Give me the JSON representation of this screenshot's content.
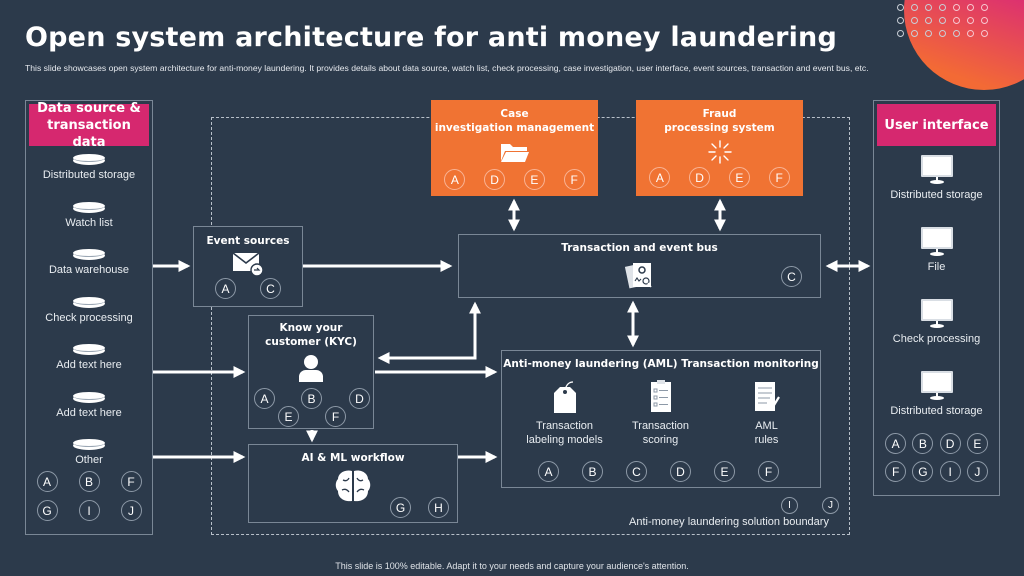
{
  "header": {
    "title": "Open system architecture for anti money laundering",
    "subtitle": "This slide showcases open system architecture for anti-money laundering. It provides details about data source, watch list, check processing, case investigation, user interface, event sources, transaction and event bus, etc."
  },
  "footer": "This slide is 100% editable. Adapt it to your needs and capture your audience's attention.",
  "colors": {
    "background": "#2c3a4b",
    "pink": "#d6286f",
    "orange": "#f07333",
    "border": "#7a8796"
  },
  "data_source": {
    "title": "Data source & transaction data",
    "icon": "database-icon",
    "items": [
      "Distributed storage",
      "Watch list",
      "Data warehouse",
      "Check processing",
      "Add text here",
      "Add text here",
      "Other"
    ],
    "badges": [
      "A",
      "B",
      "F",
      "G",
      "I",
      "J"
    ]
  },
  "case_investigation": {
    "title_line1": "Case",
    "title_line2": "investigation management",
    "icon": "folder-icon",
    "badges": [
      "A",
      "D",
      "E",
      "F"
    ]
  },
  "fraud_processing": {
    "title_line1": "Fraud",
    "title_line2": "processing system",
    "icon": "sparkle-icon",
    "badges": [
      "A",
      "D",
      "E",
      "F"
    ]
  },
  "user_interface": {
    "title": "User interface",
    "icon": "monitor-icon",
    "items": [
      "Distributed storage",
      "File",
      "Check processing",
      "Distributed storage"
    ],
    "badges": [
      "A",
      "B",
      "D",
      "E",
      "F",
      "G",
      "I",
      "J"
    ]
  },
  "event_sources": {
    "title": "Event sources",
    "icon": "mail-icon",
    "badges": [
      "A",
      "C"
    ]
  },
  "event_bus": {
    "title": "Transaction and event bus",
    "icon": "transaction-document-icon",
    "badges": [
      "C"
    ]
  },
  "kyc": {
    "title_line1": "Know your",
    "title_line2": "customer (KYC)",
    "icon": "user-icon",
    "badges": [
      "A",
      "B",
      "D",
      "E",
      "F"
    ]
  },
  "ai_ml": {
    "title": "AI & ML workflow",
    "icon": "brain-icon",
    "badges": [
      "G",
      "H"
    ]
  },
  "aml_monitoring": {
    "title": "Anti-money laundering (AML) Transaction monitoring",
    "modules": [
      {
        "line1": "Transaction",
        "line2": "labeling models",
        "icon": "tag-icon"
      },
      {
        "line1": "Transaction",
        "line2": "scoring",
        "icon": "clipboard-checklist-icon"
      },
      {
        "line1": "AML",
        "line2": "rules",
        "icon": "document-pen-icon"
      }
    ],
    "badges": [
      "A",
      "B",
      "C",
      "D",
      "E",
      "F"
    ]
  },
  "boundary": {
    "label": "Anti-money laundering solution boundary",
    "badges": [
      "I",
      "J"
    ]
  }
}
